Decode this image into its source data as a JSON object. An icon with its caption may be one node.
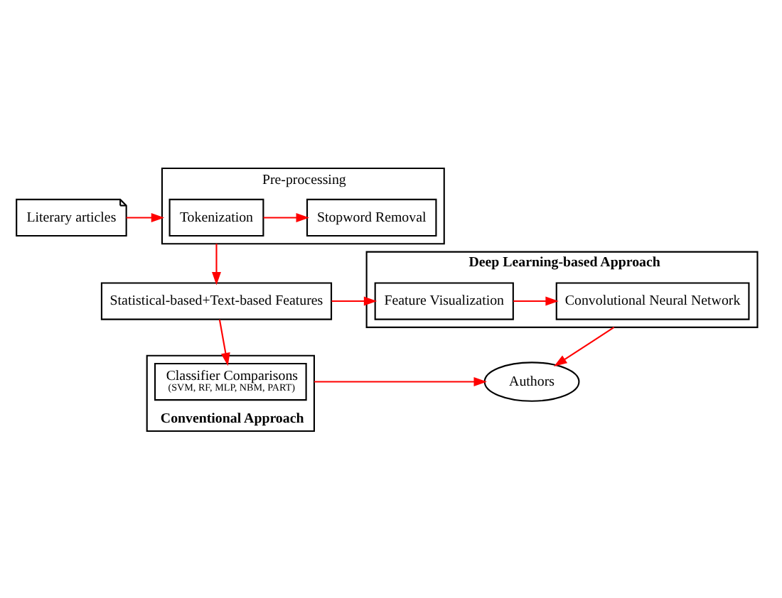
{
  "diagram": {
    "nodes": [
      {
        "text": [
          "Literary articles"
        ]
      },
      {
        "text": [
          "Pre-processing"
        ]
      },
      {
        "text": [
          "Tokenization"
        ],
        "in": 1
      },
      {
        "text": [
          "Stopword Removal"
        ],
        "in": 1
      },
      {
        "text": [
          "Deep Learning-based Approach"
        ]
      },
      {
        "text": [
          "Convolutional Neural Network"
        ],
        "in": 4
      },
      {
        "text": [
          "Feature Visualization"
        ],
        "in": 4
      },
      {
        "text": [
          "Statistical-based+Text-based Features"
        ]
      },
      {
        "text": [
          "Conventional Approach"
        ]
      },
      {
        "text": [
          "Classifier Comparisons",
          "(SVM, RF, MLP, NBM, PART)"
        ],
        "in": 8
      },
      {
        "text": [
          "Authors"
        ]
      }
    ],
    "edges": [
      {
        "from": 0,
        "to": 1,
        "arrow": "to"
      },
      {
        "from": 2,
        "to": 3,
        "arrow": "to"
      },
      {
        "from": 1,
        "to": 7,
        "arrow": "to"
      },
      {
        "from": 7,
        "to": 6,
        "arrow": "to"
      },
      {
        "from": 6,
        "to": 5,
        "arrow": "to"
      },
      {
        "from": 4,
        "to": 10,
        "arrow": "to"
      },
      {
        "from": 7,
        "to": 9,
        "arrow": "to"
      },
      {
        "from": 8,
        "to": 10,
        "arrow": "to"
      }
    ]
  }
}
